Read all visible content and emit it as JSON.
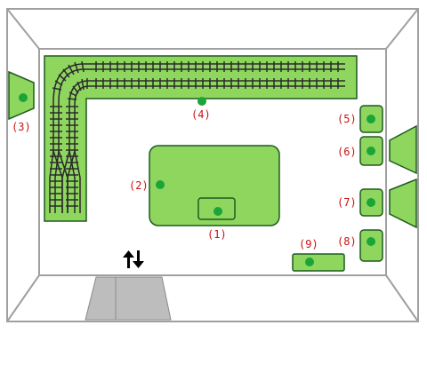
{
  "colors": {
    "green_fill": "#8fd65f",
    "green_stroke": "#1f5a1f",
    "marker": "#1aa536",
    "label": "#cc1111",
    "room_line": "#a0a0a0",
    "floor_pattern": "#bdbdbd",
    "track": "#2a2a2a"
  },
  "labels": {
    "1": "(1)",
    "2": "(2)",
    "3": "(3)",
    "4": "(4)",
    "5": "(5)",
    "6": "(6)",
    "7": "(7)",
    "8": "(8)",
    "9": "(9)"
  },
  "entrance_icon": "up-down-arrows"
}
